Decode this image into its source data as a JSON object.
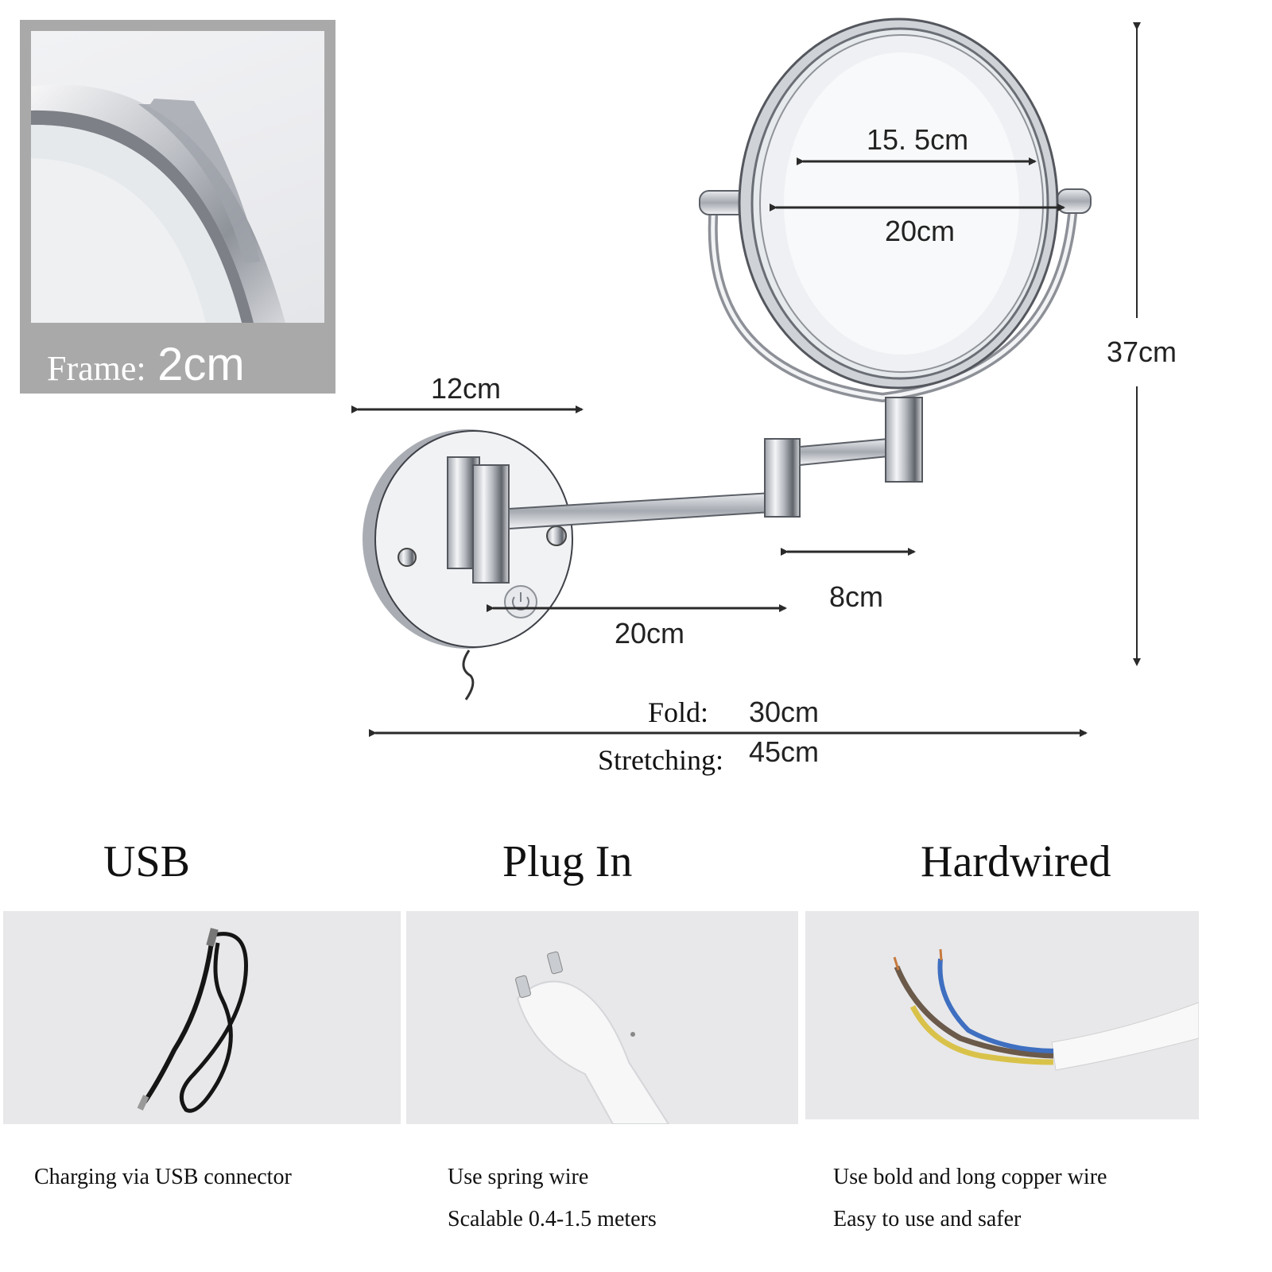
{
  "frame_detail": {
    "label": "Frame:",
    "value": "2cm"
  },
  "dimensions": {
    "mirror_inner": "15. 5cm",
    "mirror_outer": "20cm",
    "total_height": "37cm",
    "base_width": "12cm",
    "arm_segment": "8cm",
    "arm_length": "20cm",
    "fold_label": "Fold:",
    "fold_value": "30cm",
    "stretching_label": "Stretching:",
    "stretching_value": "45cm"
  },
  "power_options": [
    {
      "title": "USB",
      "icon": "usb-cable-icon",
      "lines": [
        "Charging via USB connector"
      ]
    },
    {
      "title": "Plug In",
      "icon": "eu-plug-icon",
      "lines": [
        "Use spring wire",
        "Scalable 0.4-1.5 meters"
      ]
    },
    {
      "title": "Hardwired",
      "icon": "bare-wire-icon",
      "lines": [
        "Use bold and long copper wire",
        "Easy to use and safer"
      ]
    }
  ],
  "colors": {
    "frame_box": "#a9a9a9",
    "panel": "#e8e8ea",
    "chrome": "#c9ccd2",
    "wire_blue": "#3f6fc0",
    "wire_yellow": "#d9c24a",
    "wire_brown": "#6b5a4a"
  }
}
